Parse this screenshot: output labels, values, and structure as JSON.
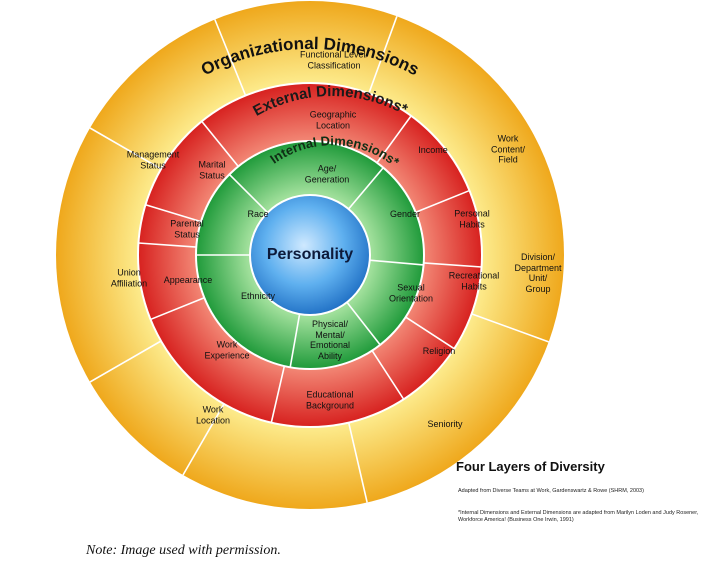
{
  "diagram": {
    "core": "Personality",
    "rings": [
      {
        "title": "Internal Dimensions*",
        "colors": [
          "#1f9a3a",
          "#9fdf9a"
        ],
        "segments": [
          "Age/\nGeneration",
          "Gender",
          "Sexual\nOrientation",
          "Physical/\nMental/\nEmotional\nAbility",
          "Ethnicity",
          "Race"
        ]
      },
      {
        "title": "External Dimensions*",
        "colors": [
          "#d7211f",
          "#f9a08a"
        ],
        "segments": [
          "Geographic\nLocation",
          "Income",
          "Personal\nHabits",
          "Recreational\nHabits",
          "Religion",
          "Educational\nBackground",
          "Work\nExperience",
          "Appearance",
          "Parental\nStatus",
          "Marital\nStatus"
        ]
      },
      {
        "title": "Organizational Dimensions",
        "colors": [
          "#efa81c",
          "#fff7a0"
        ],
        "segments": [
          "Functional Level/\nClassification",
          "Work\nContent/\nField",
          "Division/\nDepartment\nUnit/\nGroup",
          "Seniority",
          "Work\nLocation",
          "Union\nAffiliation",
          "Management\nStatus"
        ]
      }
    ]
  },
  "legend": {
    "title": "Four Layers of Diversity",
    "source": "Adapted from Diverse Teams at Work, Gardenswartz & Rowe (SHRM, 2003)",
    "adaptation": "*Internal Dimensions and External Dimensions are adapted from Marilyn Loden and Judy Rosener, Workforce America! (Business One Irwin, 1991)"
  },
  "footnote": "Note: Image used with permission."
}
